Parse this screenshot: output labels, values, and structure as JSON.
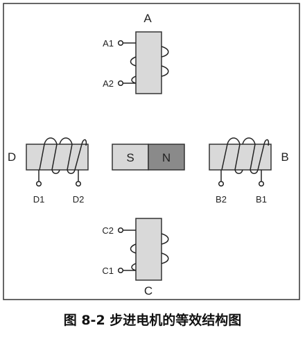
{
  "coils": {
    "A": {
      "label": "A",
      "terminals": [
        "A1",
        "A2"
      ]
    },
    "B": {
      "label": "B",
      "terminals": [
        "B2",
        "B1"
      ]
    },
    "C": {
      "label": "C",
      "terminals": [
        "C2",
        "C1"
      ]
    },
    "D": {
      "label": "D",
      "terminals": [
        "D1",
        "D2"
      ]
    }
  },
  "magnet": {
    "south": "S",
    "north": "N",
    "south_color": "#d8d8d8",
    "north_color": "#8a8a8a"
  },
  "colors": {
    "border": "#333333",
    "coil_fill": "#d9d9d9",
    "wire": "#222222"
  },
  "caption": "图 8-2 步进电机的等效结构图"
}
